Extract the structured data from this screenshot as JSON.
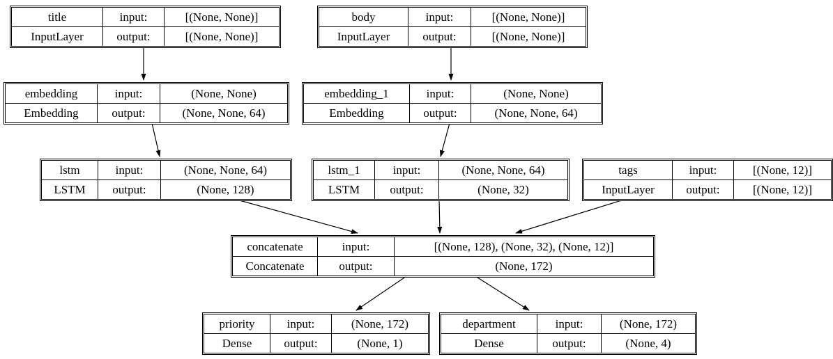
{
  "diagram": {
    "kind": "keras-model-architecture-graph",
    "background": "#ffffff",
    "line_color": "#000000",
    "text_color": "#000000"
  },
  "labels": {
    "input": "input:",
    "output": "output:"
  },
  "nodes": {
    "title": {
      "name": "title",
      "layer_class": "InputLayer",
      "input_shape": "[(None, None)]",
      "output_shape": "[(None, None)]"
    },
    "body": {
      "name": "body",
      "layer_class": "InputLayer",
      "input_shape": "[(None, None)]",
      "output_shape": "[(None, None)]"
    },
    "embedding": {
      "name": "embedding",
      "layer_class": "Embedding",
      "input_shape": "(None, None)",
      "output_shape": "(None, None, 64)"
    },
    "embedding_1": {
      "name": "embedding_1",
      "layer_class": "Embedding",
      "input_shape": "(None, None)",
      "output_shape": "(None, None, 64)"
    },
    "lstm": {
      "name": "lstm",
      "layer_class": "LSTM",
      "input_shape": "(None, None, 64)",
      "output_shape": "(None, 128)"
    },
    "lstm_1": {
      "name": "lstm_1",
      "layer_class": "LSTM",
      "input_shape": "(None, None, 64)",
      "output_shape": "(None, 32)"
    },
    "tags": {
      "name": "tags",
      "layer_class": "InputLayer",
      "input_shape": "[(None, 12)]",
      "output_shape": "[(None, 12)]"
    },
    "concatenate": {
      "name": "concatenate",
      "layer_class": "Concatenate",
      "input_shape": "[(None, 128), (None, 32), (None, 12)]",
      "output_shape": "(None, 172)"
    },
    "priority": {
      "name": "priority",
      "layer_class": "Dense",
      "input_shape": "(None, 172)",
      "output_shape": "(None, 1)"
    },
    "department": {
      "name": "department",
      "layer_class": "Dense",
      "input_shape": "(None, 172)",
      "output_shape": "(None, 4)"
    }
  },
  "edges": [
    {
      "from": "title",
      "to": "embedding"
    },
    {
      "from": "body",
      "to": "embedding_1"
    },
    {
      "from": "embedding",
      "to": "lstm"
    },
    {
      "from": "embedding_1",
      "to": "lstm_1"
    },
    {
      "from": "lstm",
      "to": "concatenate"
    },
    {
      "from": "lstm_1",
      "to": "concatenate"
    },
    {
      "from": "tags",
      "to": "concatenate"
    },
    {
      "from": "concatenate",
      "to": "priority"
    },
    {
      "from": "concatenate",
      "to": "department"
    }
  ]
}
